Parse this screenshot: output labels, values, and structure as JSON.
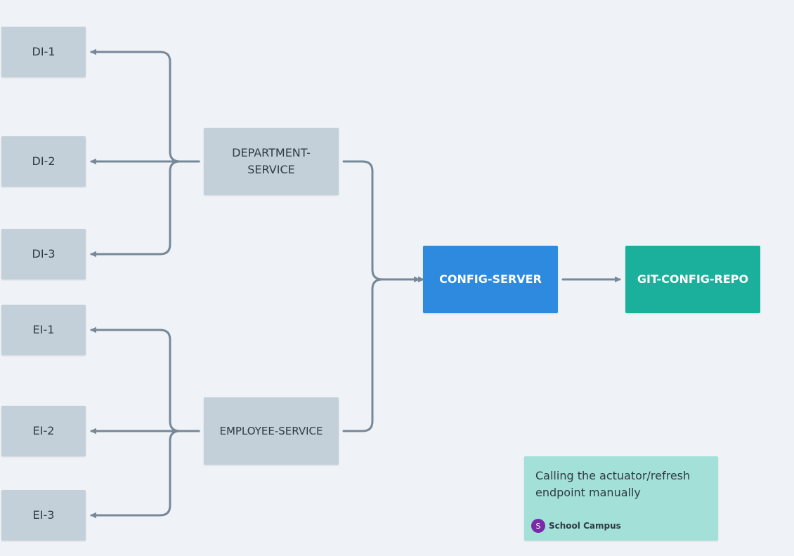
{
  "diagram": {
    "nodes": {
      "di1": "DI-1",
      "di2": "DI-2",
      "di3": "DI-3",
      "ei1": "EI-1",
      "ei2": "EI-2",
      "ei3": "EI-3",
      "department_service": "DEPARTMENT-SERVICE",
      "employee_service": "EMPLOYEE-SERVICE",
      "config_server": "CONFIG-SERVER",
      "git_config_repo": "GIT-CONFIG-REPO"
    },
    "colors": {
      "background": "#eff3f7",
      "grey_node": "#c4d0d9",
      "config_server": "#2e8ade",
      "git_config_repo": "#1bb09c",
      "note": "#a3e0d8",
      "connector": "#778899",
      "avatar": "#7a2aa8"
    }
  },
  "note": {
    "text": "Calling the actuator/refresh endpoint manually",
    "avatar_letter": "S",
    "author": "School Campus"
  }
}
